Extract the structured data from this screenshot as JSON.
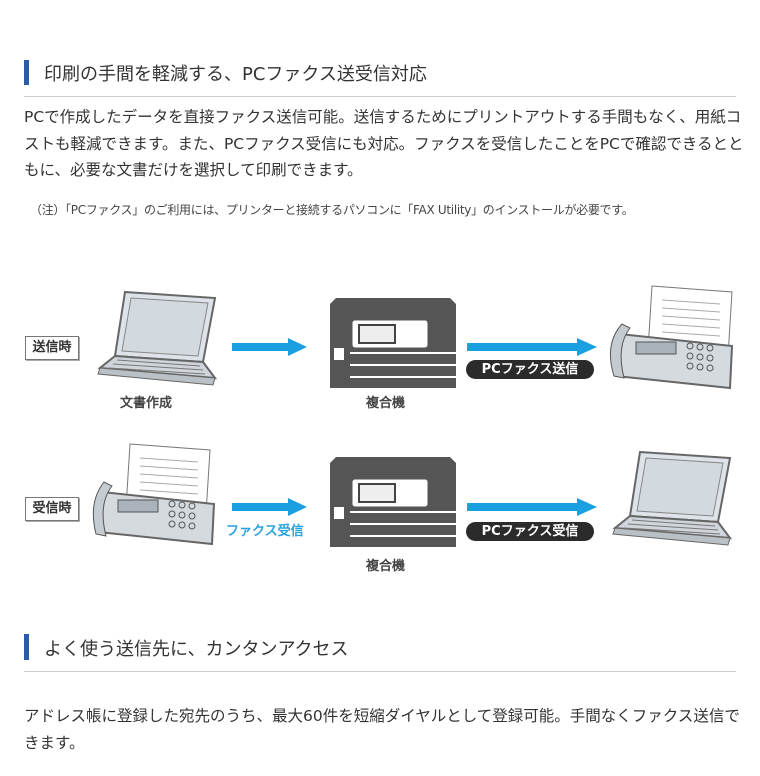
{
  "section1": {
    "heading": "印刷の手間を軽減する、PCファクス送受信対応",
    "paragraph": "PCで作成したデータを直接ファクス送信可能。送信するためにプリントアウトする手間もなく、用紙コストも軽減できます。また、PCファクス受信にも対応。ファクスを受信したことをPCで確認できるとともに、必要な文書だけを選択して印刷できます。",
    "note": "（注）「PCファクス」のご利用には、プリンターと接続するパソコンに「FAX Utility」のインストールが必要です。"
  },
  "diagram": {
    "send_row": {
      "label": "送信時",
      "source_caption": "文書作成",
      "device_caption": "複合機",
      "badge": "PCファクス送信"
    },
    "receive_row": {
      "label": "受信時",
      "arrow_caption": "ファクス受信",
      "device_caption": "複合機",
      "badge": "PCファクス受信"
    },
    "arrow_color": "#1aa0e0"
  },
  "section2": {
    "heading": "よく使う送信先に、カンタンアクセス",
    "paragraph": "アドレス帳に登録した宛先のうち、最大60件を短縮ダイヤルとして登録可能。手間なくファクス送信できます。"
  }
}
